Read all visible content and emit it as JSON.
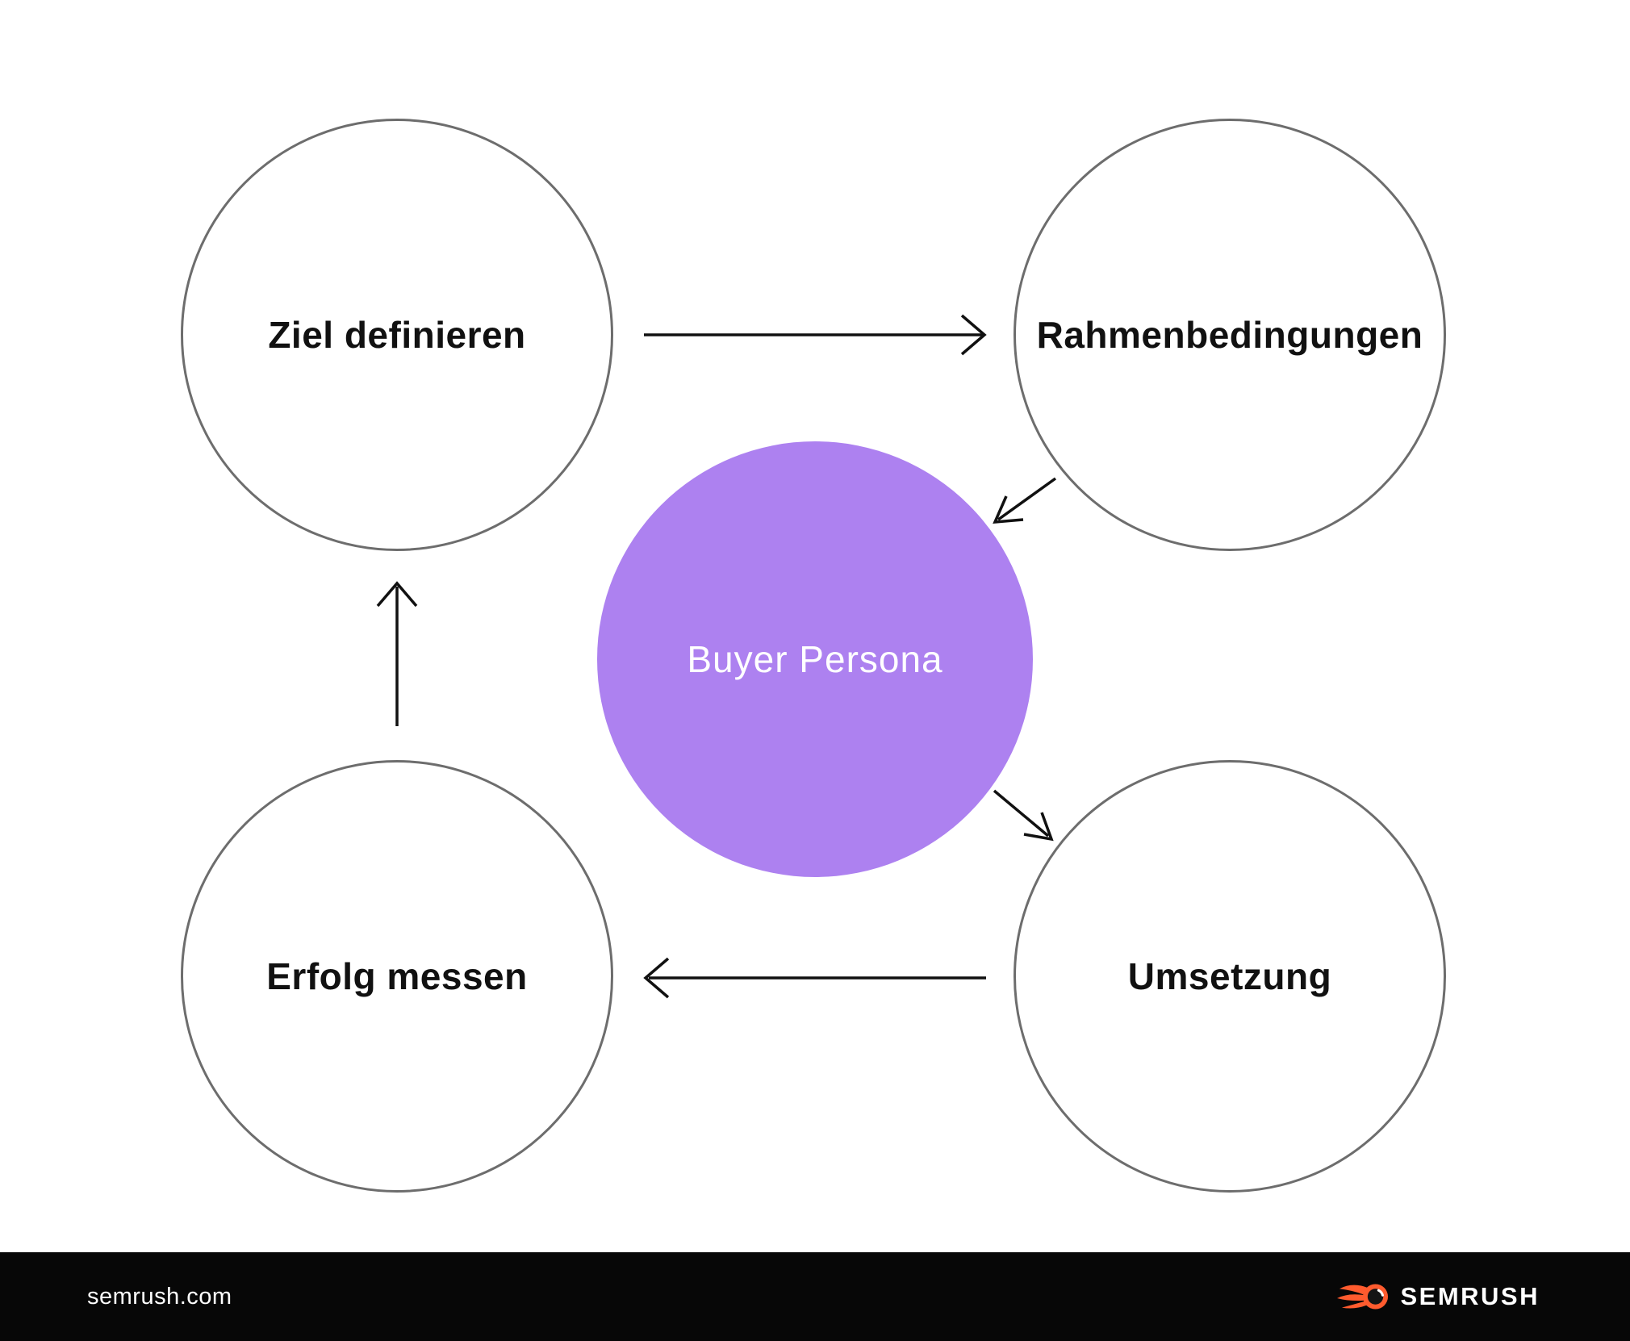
{
  "diagram": {
    "center_node": {
      "label": "Buyer Persona",
      "fill": "#ad81f0",
      "text_color": "#ffffff"
    },
    "nodes": [
      {
        "id": "ziel",
        "label": "Ziel definieren"
      },
      {
        "id": "rahmenbedingungen",
        "label": "Rahmenbedingungen"
      },
      {
        "id": "umsetzung",
        "label": "Umsetzung"
      },
      {
        "id": "erfolg",
        "label": "Erfolg messen"
      }
    ],
    "connections": [
      {
        "from": "ziel",
        "to": "rahmenbedingungen"
      },
      {
        "from": "rahmenbedingungen",
        "to": "buyer-persona"
      },
      {
        "from": "buyer-persona",
        "to": "umsetzung"
      },
      {
        "from": "umsetzung",
        "to": "erfolg"
      },
      {
        "from": "erfolg",
        "to": "ziel"
      }
    ],
    "circle_stroke": "#6d6d6d",
    "arrow_color": "#111111"
  },
  "footer": {
    "site": "semrush.com",
    "brand": "SEMRUSH",
    "background": "#070707",
    "accent": "#ff5b2e"
  }
}
